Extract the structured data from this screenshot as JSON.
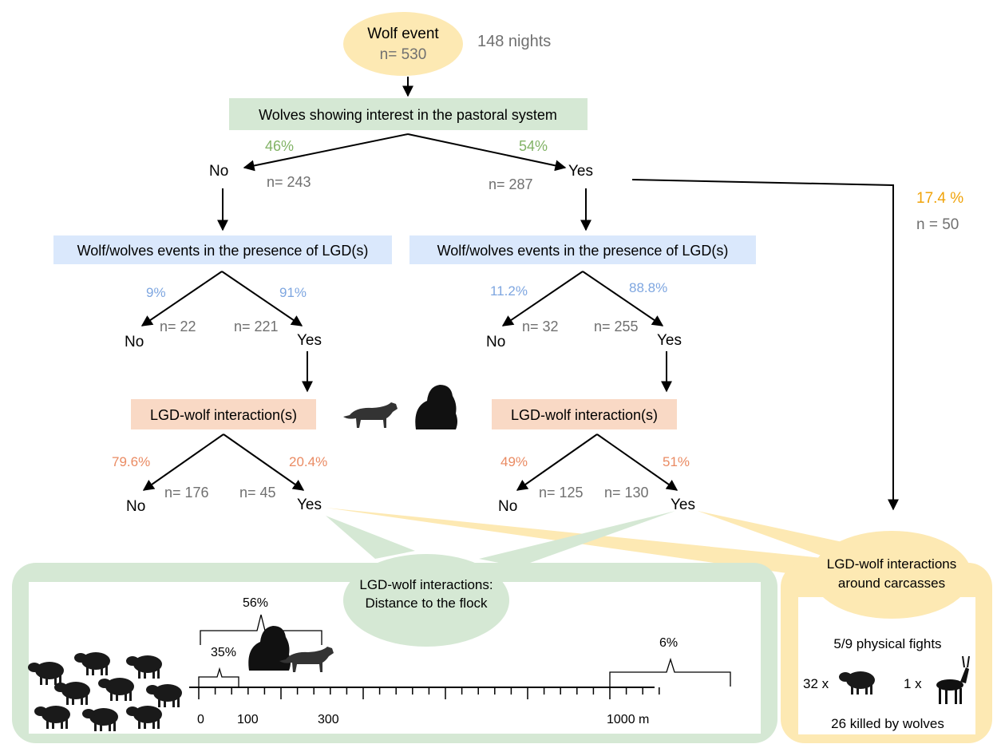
{
  "top": {
    "event_title": "Wolf event",
    "event_n": "n= 530",
    "nights": "148 nights",
    "interest_label": "Wolves showing interest in the pastoral system"
  },
  "interest_split": {
    "no_pct": "46%",
    "yes_pct": "54%",
    "no_label": "No",
    "yes_label": "Yes",
    "no_n": "n= 243",
    "yes_n": "n= 287"
  },
  "carcass_branch": {
    "pct": "17.4 %",
    "n": "n = 50"
  },
  "left_branch": {
    "lgd_presence_label": "Wolf/wolves events in the presence of LGD(s)",
    "no_pct": "9%",
    "yes_pct": "91%",
    "no_n": "n= 22",
    "yes_n": "n= 221",
    "no_label": "No",
    "yes_label": "Yes",
    "interaction_label": "LGD-wolf interaction(s)",
    "int_no_pct": "79.6%",
    "int_yes_pct": "20.4%",
    "int_no_n": "n= 176",
    "int_yes_n": "n= 45",
    "int_no_label": "No",
    "int_yes_label": "Yes"
  },
  "right_branch": {
    "lgd_presence_label": "Wolf/wolves events in the presence of LGD(s)",
    "no_pct": "11.2%",
    "yes_pct": "88.8%",
    "no_n": "n= 32",
    "yes_n": "n= 255",
    "no_label": "No",
    "yes_label": "Yes",
    "interaction_label": "LGD-wolf interaction(s)",
    "int_no_pct": "49%",
    "int_yes_pct": "51%",
    "int_no_n": "n= 125",
    "int_yes_n": "n= 130",
    "int_no_label": "No",
    "int_yes_label": "Yes"
  },
  "distance_panel": {
    "title_line1": "LGD-wolf interactions:",
    "title_line2": "Distance to the flock",
    "pct_0_100": "35%",
    "pct_0_300": "56%",
    "pct_1000_plus": "6%",
    "ticks": [
      "0",
      "100",
      "300",
      "1000 m"
    ]
  },
  "carcass_panel": {
    "title_line1": "LGD-wolf interactions",
    "title_line2": "around carcasses",
    "fights": "5/9 physical fights",
    "sheep_count": "32 x",
    "deer_count": "1 x",
    "killed": "26 killed by wolves"
  },
  "colors": {
    "green_fill": "#d5e8d4",
    "green_text": "#82b366",
    "blue_fill": "#dae8fc",
    "blue_text": "#7ea6e0",
    "orange_fill": "#f9d9c5",
    "orange_text": "#ea8b63",
    "yellow_fill": "#fde9b3",
    "yellow_text": "#f0a30a",
    "grey_text": "#707070"
  }
}
